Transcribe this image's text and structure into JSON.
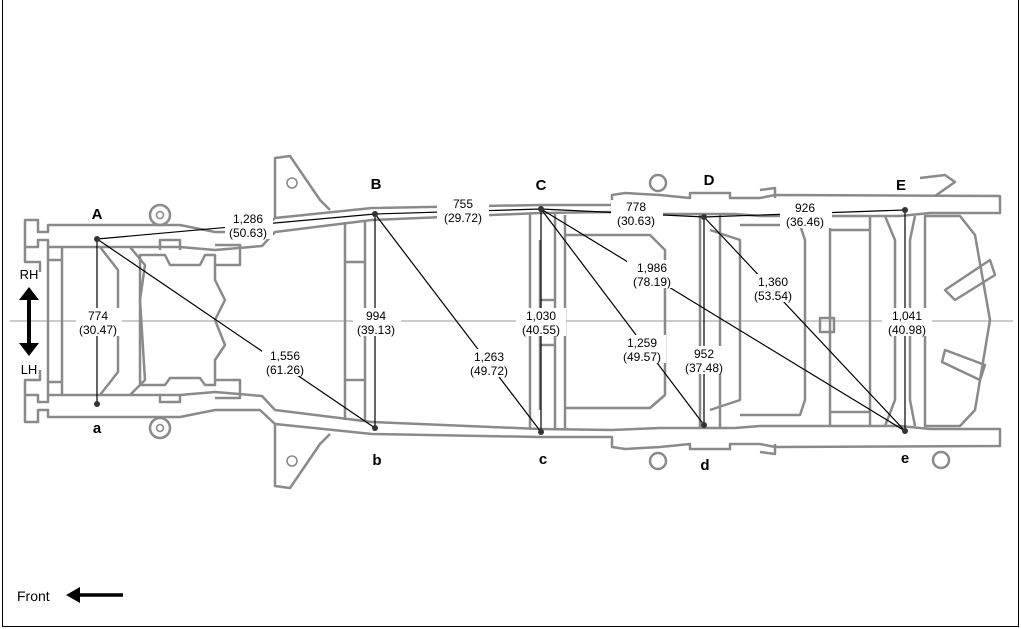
{
  "points": {
    "A": "A",
    "B": "B",
    "C": "C",
    "D": "D",
    "E": "E",
    "a": "a",
    "b": "b",
    "c": "c",
    "d": "d",
    "e": "e"
  },
  "side_labels": {
    "rh": "RH",
    "lh": "LH"
  },
  "front_label": "Front",
  "measurements": [
    {
      "id": "A-B",
      "mm": "1,286",
      "in": "(50.63)"
    },
    {
      "id": "B-C",
      "mm": "755",
      "in": "(29.72)"
    },
    {
      "id": "C-D",
      "mm": "778",
      "in": "(30.63)"
    },
    {
      "id": "D-E",
      "mm": "926",
      "in": "(36.46)"
    },
    {
      "id": "A-a",
      "mm": "774",
      "in": "(30.47)"
    },
    {
      "id": "A-b",
      "mm": "1,556",
      "in": "(61.26)"
    },
    {
      "id": "B-b",
      "mm": "994",
      "in": "(39.13)"
    },
    {
      "id": "B-c",
      "mm": "1,263",
      "in": "(49.72)"
    },
    {
      "id": "C-c",
      "mm": "1,030",
      "in": "(40.55)"
    },
    {
      "id": "C-d",
      "mm": "1,259",
      "in": "(49.57)"
    },
    {
      "id": "C-e",
      "mm": "1,986",
      "in": "(78.19)"
    },
    {
      "id": "D-d",
      "mm": "952",
      "in": "(37.48)"
    },
    {
      "id": "D-e",
      "mm": "1,360",
      "in": "(53.54)"
    },
    {
      "id": "E-e",
      "mm": "1,041",
      "in": "(40.98)"
    }
  ],
  "icons": [
    "double-arrow-vertical-icon",
    "arrow-left-icon"
  ]
}
